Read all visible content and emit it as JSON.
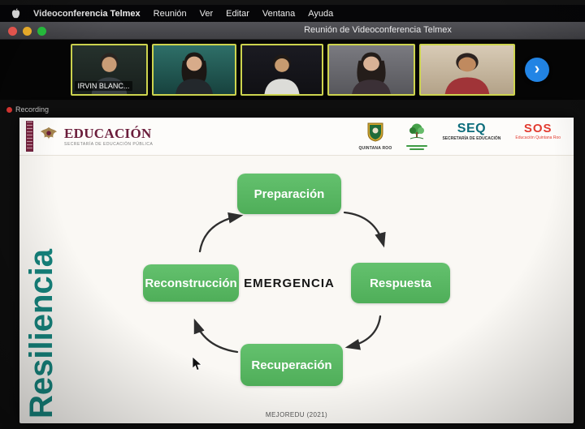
{
  "colors": {
    "node_green": "#56b661",
    "resiliencia_teal": "#15837c",
    "sep_maroon": "#6b1d3b",
    "seq_teal": "#0c6d7c",
    "sos_red": "#e23b30",
    "recording_red": "#e53935",
    "next_button_blue": "#2285e6",
    "thumbnail_border_yellow": "#cdd44e"
  },
  "menubar": {
    "items": [
      "Videoconferencia Telmex",
      "Reunión",
      "Ver",
      "Editar",
      "Ventana",
      "Ayuda"
    ]
  },
  "window": {
    "title": "Reunión de Videoconferencia Telmex"
  },
  "video_strip": {
    "participants": [
      {
        "name_label": "IRVIN BLANC..."
      },
      {
        "name_label": ""
      },
      {
        "name_label": ""
      },
      {
        "name_label": ""
      },
      {
        "name_label": ""
      }
    ],
    "next_button": "›"
  },
  "recording": {
    "label": "Recording"
  },
  "slide": {
    "header": {
      "sep": {
        "title": "EDUCACIÓN",
        "subtitle": "SECRETARÍA DE EDUCACIÓN PÚBLICA"
      },
      "partners": [
        {
          "icon": "quintana-roo-crest-icon",
          "label": "QUINTANA ROO"
        },
        {
          "icon": "tree-logo-icon",
          "label": ""
        },
        {
          "icon": "seq-wordmark",
          "label": "SEQ",
          "sublabel": "SECRETARÍA DE EDUCACIÓN"
        },
        {
          "icon": "sos-wordmark",
          "label": "SOS",
          "sublabel": "Educación Quintana Roo"
        }
      ]
    },
    "diagram": {
      "type": "cycle",
      "side_label": "Resiliencia",
      "center_label": "EMERGENCIA",
      "nodes": [
        "Preparación",
        "Respuesta",
        "Recuperación",
        "Reconstrucción"
      ],
      "source": "MEJOREDU (2021)"
    }
  }
}
